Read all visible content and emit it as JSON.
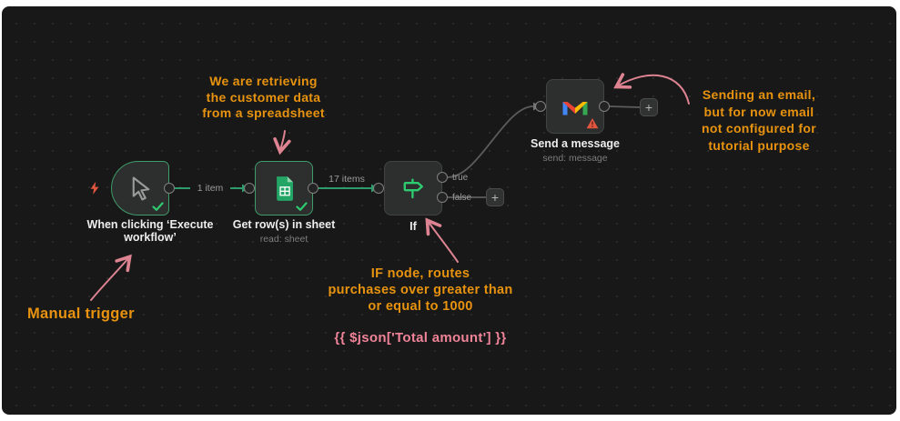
{
  "app": {
    "name": "workflow-canvas"
  },
  "colors": {
    "canvas_bg": "#181818",
    "node_bg": "#2d2e2e",
    "executed_border_green": "#3f9c6b",
    "connection_green": "#2d9c6c",
    "connection_gray": "#5c5c5c",
    "check_green": "#2ecc71",
    "warning_red": "#e0563f",
    "annotation_orange": "#e8930f",
    "annotation_pink": "#dd8391"
  },
  "workflow": {
    "nodes": [
      {
        "id": "manual-trigger",
        "label": "When clicking ‘Execute\nworkflow’",
        "sublabel": "",
        "icon": "cursor-icon",
        "status": "success"
      },
      {
        "id": "google-sheets",
        "label": "Get row(s) in sheet",
        "sublabel": "read: sheet",
        "icon": "google-sheets-icon",
        "status": "success"
      },
      {
        "id": "if",
        "label": "If",
        "sublabel": "",
        "icon": "signpost-icon",
        "status": "none"
      },
      {
        "id": "gmail",
        "label": "Send a message",
        "sublabel": "send: message",
        "icon": "gmail-icon",
        "status": "warning"
      }
    ],
    "connections": [
      {
        "from": "manual-trigger",
        "to": "google-sheets",
        "label": "1 item",
        "state": "executed"
      },
      {
        "from": "google-sheets",
        "to": "if",
        "label": "17 items",
        "state": "executed"
      },
      {
        "from": "if:true",
        "to": "gmail",
        "label": "",
        "state": "idle"
      },
      {
        "from": "if:false",
        "to": "",
        "label": "",
        "state": "idle"
      }
    ],
    "outputs": {
      "true_label": "true",
      "false_label": "false"
    },
    "add_label": "+"
  },
  "annotations": {
    "retrieve_note": "We are retrieving\nthe customer data\nfrom a spreadsheet",
    "manual_note": "Manual trigger",
    "if_note": "IF node, routes\npurchases over greater than\nor equal to 1000",
    "expression_note": "{{ $json['Total amount'] }}",
    "email_note": "Sending an email,\nbut for now email\nnot configured for\ntutorial purpose"
  }
}
